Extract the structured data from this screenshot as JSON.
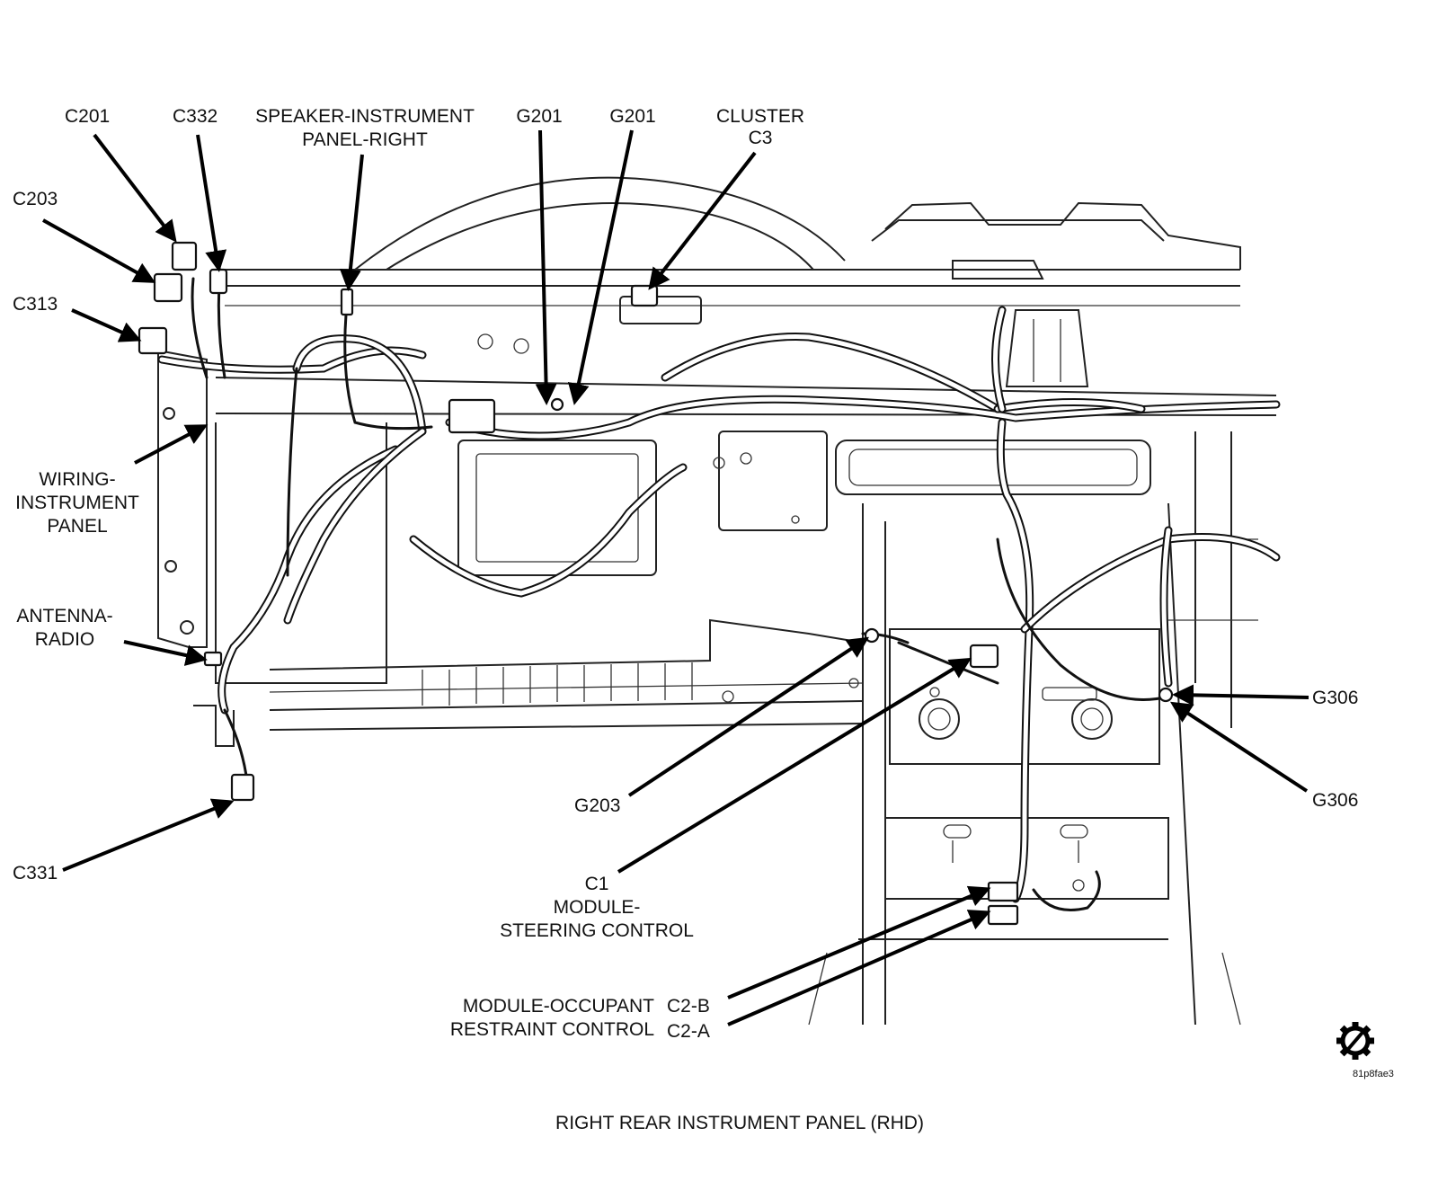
{
  "diagram": {
    "caption": "RIGHT REAR INSTRUMENT PANEL (RHD)",
    "figure_id": "81p8fae3",
    "labels": [
      {
        "id": "c201",
        "lines": [
          "C201"
        ]
      },
      {
        "id": "c332",
        "lines": [
          "C332"
        ]
      },
      {
        "id": "speaker",
        "lines": [
          "SPEAKER-INSTRUMENT",
          "PANEL-RIGHT"
        ]
      },
      {
        "id": "g201a",
        "lines": [
          "G201"
        ]
      },
      {
        "id": "g201b",
        "lines": [
          "G201"
        ]
      },
      {
        "id": "cluster",
        "lines": [
          "CLUSTER",
          "C3"
        ]
      },
      {
        "id": "c203",
        "lines": [
          "C203"
        ]
      },
      {
        "id": "c313",
        "lines": [
          "C313"
        ]
      },
      {
        "id": "wiring",
        "lines": [
          "WIRING-",
          "INSTRUMENT",
          "PANEL"
        ]
      },
      {
        "id": "antenna",
        "lines": [
          "ANTENNA-",
          "RADIO"
        ]
      },
      {
        "id": "c331",
        "lines": [
          "C331"
        ]
      },
      {
        "id": "g203",
        "lines": [
          "G203"
        ]
      },
      {
        "id": "c1",
        "lines": [
          "C1",
          "MODULE-",
          "STEERING CONTROL"
        ]
      },
      {
        "id": "occupant",
        "lines": [
          "MODULE-OCCUPANT",
          "RESTRAINT CONTROL"
        ]
      },
      {
        "id": "c2b",
        "lines": [
          "C2-B"
        ]
      },
      {
        "id": "c2a",
        "lines": [
          "C2-A"
        ]
      },
      {
        "id": "g306a",
        "lines": [
          "G306"
        ]
      },
      {
        "id": "g306b",
        "lines": [
          "G306"
        ]
      }
    ]
  }
}
